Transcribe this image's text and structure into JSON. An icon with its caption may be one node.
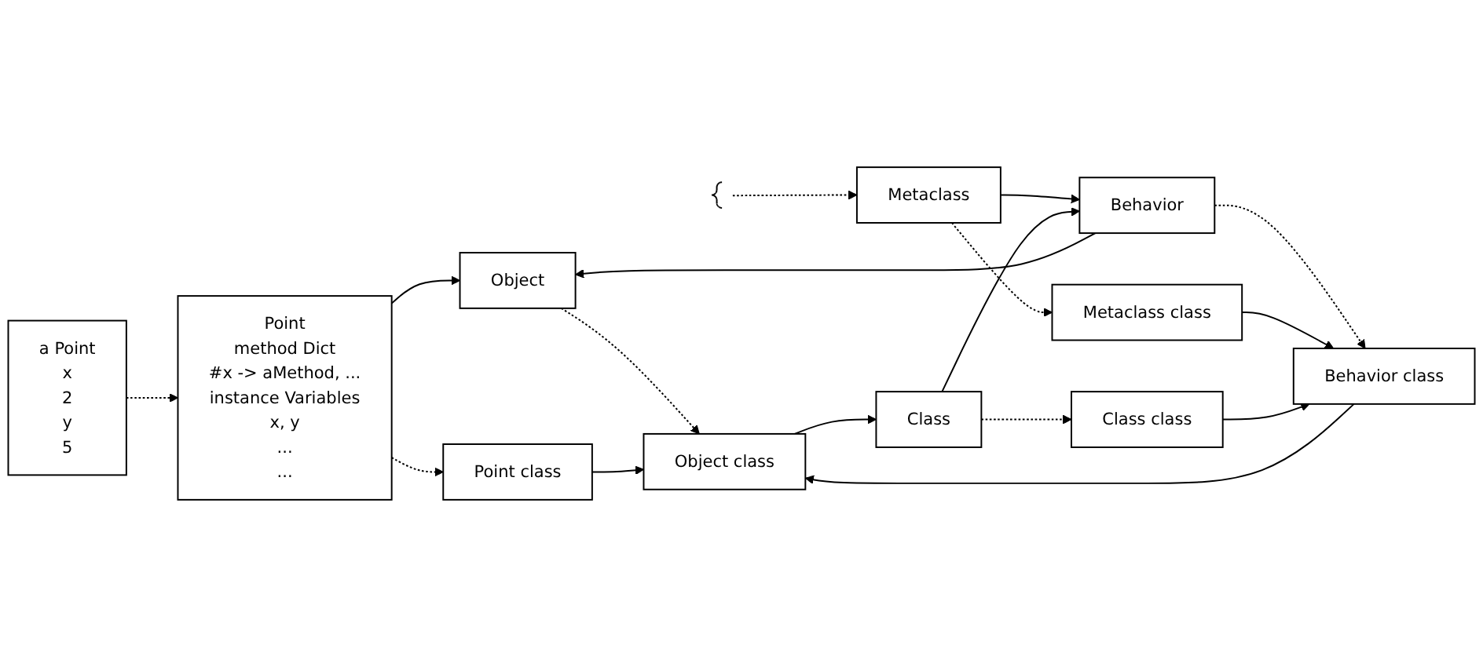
{
  "diagram": {
    "nodes": [
      {
        "text": [
          "a Point",
          "x",
          "2",
          "y",
          "5"
        ]
      },
      {
        "text": [
          "Point",
          "method Dict",
          "#x -> aMethod, ...",
          "instance Variables",
          "x, y",
          "...",
          "..."
        ]
      },
      {
        "text": [
          "Object"
        ]
      },
      {
        "text": [
          "Object class"
        ]
      },
      {
        "text": [
          "Point class"
        ]
      },
      {
        "text": [
          "Behavior"
        ]
      },
      {
        "text": [
          "Behavior class"
        ]
      },
      {
        "text": [
          "Metaclass"
        ]
      },
      {
        "text": [
          "Metaclass class"
        ]
      },
      {
        "text": [
          "Class"
        ]
      },
      {
        "text": [
          "Class class"
        ]
      },
      {
        "text": [],
        "shape": "brace"
      }
    ],
    "edges": [
      {
        "from": 0,
        "to": 1,
        "arrow": "to",
        "style": "dashed"
      },
      {
        "from": 1,
        "to": 2,
        "arrow": "to"
      },
      {
        "from": 1,
        "to": 4,
        "arrow": "to",
        "style": "dashed"
      },
      {
        "from": 2,
        "to": 3,
        "arrow": "to",
        "style": "dashed"
      },
      {
        "from": 5,
        "to": 2,
        "arrow": "to"
      },
      {
        "from": 5,
        "to": 6,
        "arrow": "to",
        "style": "dashed"
      },
      {
        "from": 7,
        "to": 5,
        "arrow": "to"
      },
      {
        "from": 9,
        "to": 5,
        "arrow": "to"
      },
      {
        "from": 7,
        "to": 8,
        "arrow": "to",
        "style": "dashed"
      },
      {
        "from": 9,
        "to": 10,
        "arrow": "to",
        "style": "dashed"
      },
      {
        "from": 3,
        "to": 9,
        "arrow": "to"
      },
      {
        "from": 4,
        "to": 3,
        "arrow": "to"
      },
      {
        "from": 6,
        "to": 3,
        "arrow": "to"
      },
      {
        "from": 8,
        "to": 6,
        "arrow": "to"
      },
      {
        "from": 10,
        "to": 6,
        "arrow": "to"
      },
      {
        "from": 11,
        "to": 7,
        "arrow": "to",
        "style": "dashed"
      }
    ]
  }
}
